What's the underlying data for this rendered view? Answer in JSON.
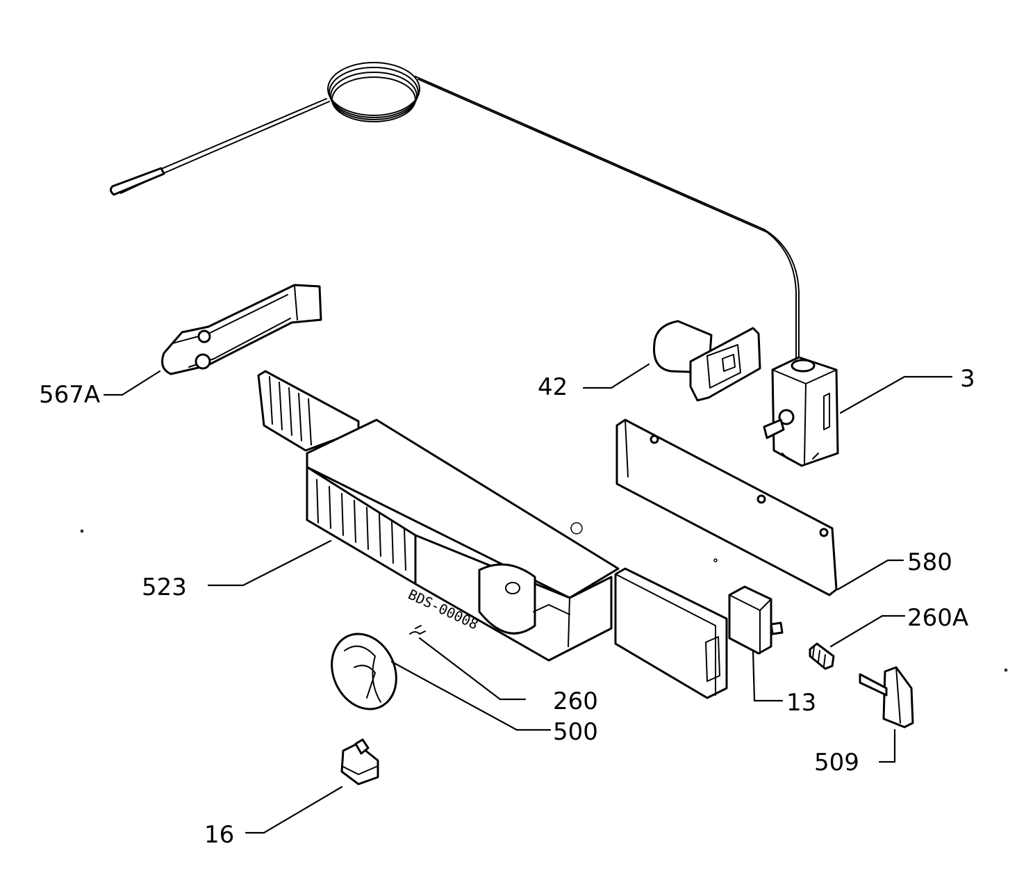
{
  "diagram": {
    "labels": {
      "l567a": "567A",
      "l42": "42",
      "l3": "3",
      "l523": "523",
      "l580": "580",
      "l260a": "260A",
      "l260": "260",
      "l500": "500",
      "l13": "13",
      "l509": "509",
      "l16": "16"
    },
    "stamp": "BDS-00008"
  }
}
